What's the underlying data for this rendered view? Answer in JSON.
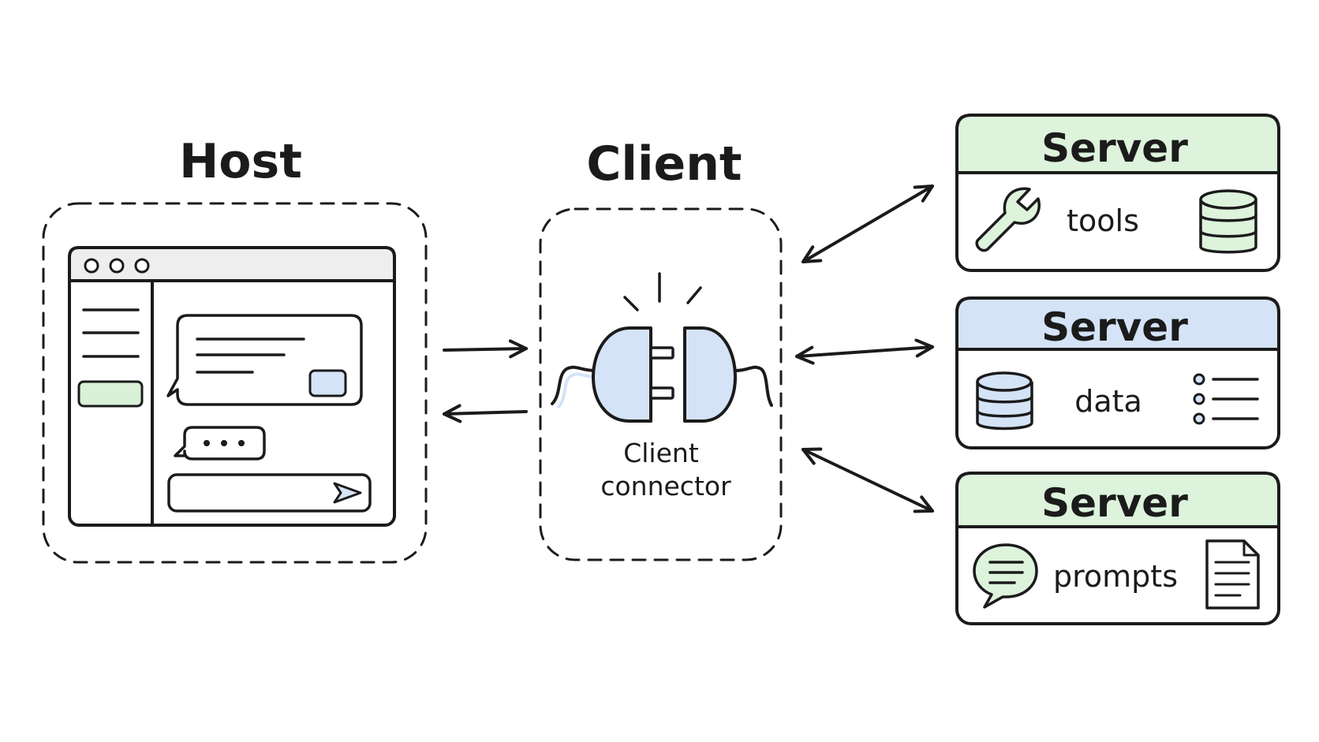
{
  "host": {
    "title": "Host"
  },
  "client": {
    "title": "Client",
    "connector_label_line1": "Client",
    "connector_label_line2": "connector"
  },
  "servers": [
    {
      "title": "Server",
      "item": "tools",
      "header_color": "#ddf3dc",
      "left_icon": "wrench-icon",
      "right_icon": "database-icon"
    },
    {
      "title": "Server",
      "item": "data",
      "header_color": "#d5e3f7",
      "left_icon": "database-icon",
      "right_icon": "list-icon"
    },
    {
      "title": "Server",
      "item": "prompts",
      "header_color": "#ddf3dc",
      "left_icon": "chat-bubble-icon",
      "right_icon": "document-icon"
    }
  ],
  "colors": {
    "green_fill": "#ddf3dc",
    "blue_fill": "#d5e3f7",
    "ink": "#1b1b1b"
  }
}
